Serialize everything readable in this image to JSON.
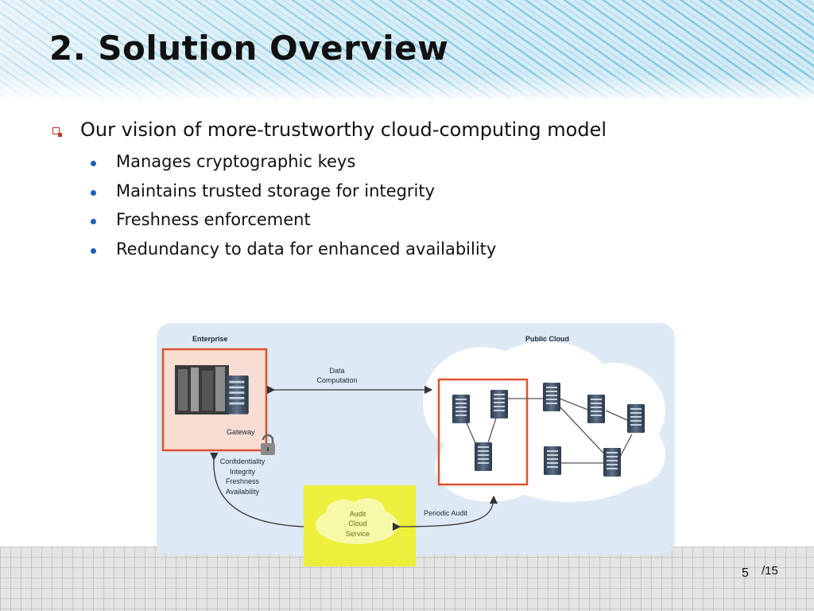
{
  "slide": {
    "title": "2. Solution Overview",
    "bullet_main": "Our vision of more-trustworthy cloud-computing model",
    "sub_bullets": [
      "Manages cryptographic keys",
      "Maintains trusted storage for integrity",
      "Freshness enforcement",
      "Redundancy to data for enhanced availability"
    ]
  },
  "diagram": {
    "enterprise_label": "Enterprise",
    "public_cloud_label": "Public Cloud",
    "data_label_1": "Data",
    "data_label_2": "Computation",
    "gateway_label": "Gateway",
    "properties": [
      "Confidentiality",
      "Integrity",
      "Freshness",
      "Availability"
    ],
    "audit_lines": [
      "Audit",
      "Cloud",
      "Service"
    ],
    "periodic_audit_label": "Periodic Audit"
  },
  "footer": {
    "page_number": "5",
    "page_total": "/15"
  },
  "colors": {
    "title_text": "#111111",
    "square_bullet": "#b63a1e",
    "round_bullet": "#1f5fb4",
    "diagram_bg": "#dde9f4",
    "enterprise_box": "#f8ddd2",
    "highlight_red": "#e05030",
    "audit_highlight": "#ecf03a"
  }
}
